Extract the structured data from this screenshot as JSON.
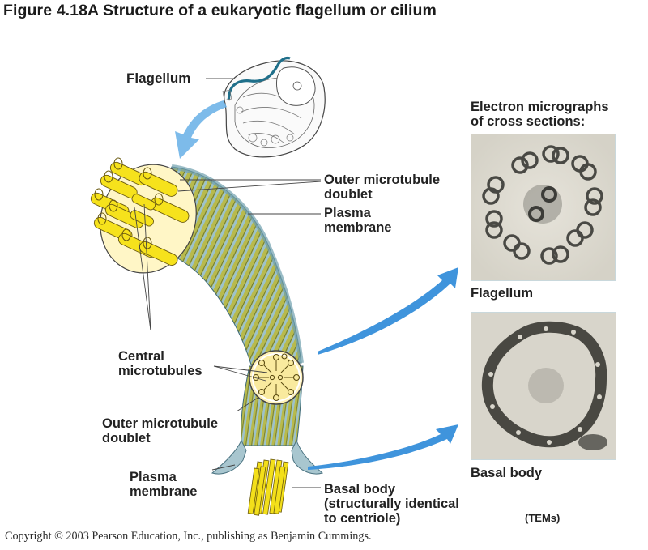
{
  "figure": {
    "title": "Figure 4.18A  Structure of a eukaryotic flagellum or cilium",
    "copyright": "Copyright © 2003 Pearson Education, Inc., publishing as Benjamin Cummings."
  },
  "labels": {
    "cell_flagellum": "Flagellum",
    "outer_doublet_top_1": "Outer microtubule",
    "outer_doublet_top_2": "doublet",
    "plasma_membrane_top_1": "Plasma",
    "plasma_membrane_top_2": "membrane",
    "central_microtubules_1": "Central",
    "central_microtubules_2": "microtubules",
    "outer_doublet_bottom_1": "Outer microtubule",
    "outer_doublet_bottom_2": "doublet",
    "plasma_membrane_bottom_1": "Plasma",
    "plasma_membrane_bottom_2": "membrane",
    "basal_body_1": "Basal body",
    "basal_body_2": "(structurally identical",
    "basal_body_3": "to centriole)"
  },
  "micrographs": {
    "heading_1": "Electron micrographs",
    "heading_2": "of cross sections:",
    "flagellum_caption": "Flagellum",
    "basal_body_caption": "Basal body",
    "method_note": "(TEMs)"
  },
  "colors": {
    "tubule_yellow": "#f4e21c",
    "membrane_blue": "#8fb8c4",
    "arrow_blue": "#3f94dc",
    "shaft_green": "#b6b846",
    "micrograph_bg": "#d9d6cc"
  }
}
